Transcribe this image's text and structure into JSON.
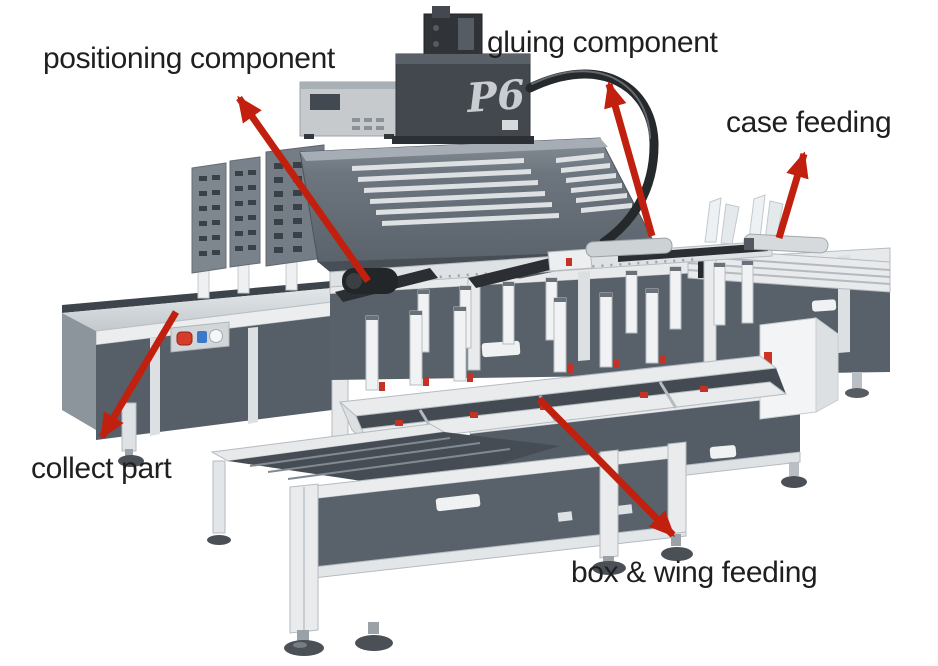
{
  "figure": {
    "subject": "automatic case making machine annotated photo",
    "background_color": "#ffffff"
  },
  "machine": {
    "logo_text": "P6",
    "colors": {
      "dark_panel": "#59616a",
      "aluminum_frame": "#e9ebed",
      "hood": "#6b737c",
      "emergency_button_red": "#d63c28",
      "button_blue": "#3c78c9",
      "foot_dark": "#4a5056"
    }
  },
  "annotations": {
    "arrow_color": "#c2200f",
    "text_color": "#1f1f1f",
    "items": [
      {
        "id": "positioning-component",
        "text": "positioning component"
      },
      {
        "id": "gluing-component",
        "text": "gluing component"
      },
      {
        "id": "case-feeding",
        "text": "case feeding"
      },
      {
        "id": "collect-part",
        "text": "collect part"
      },
      {
        "id": "box-wing-feeding",
        "text": "box & wing feeding"
      }
    ]
  }
}
